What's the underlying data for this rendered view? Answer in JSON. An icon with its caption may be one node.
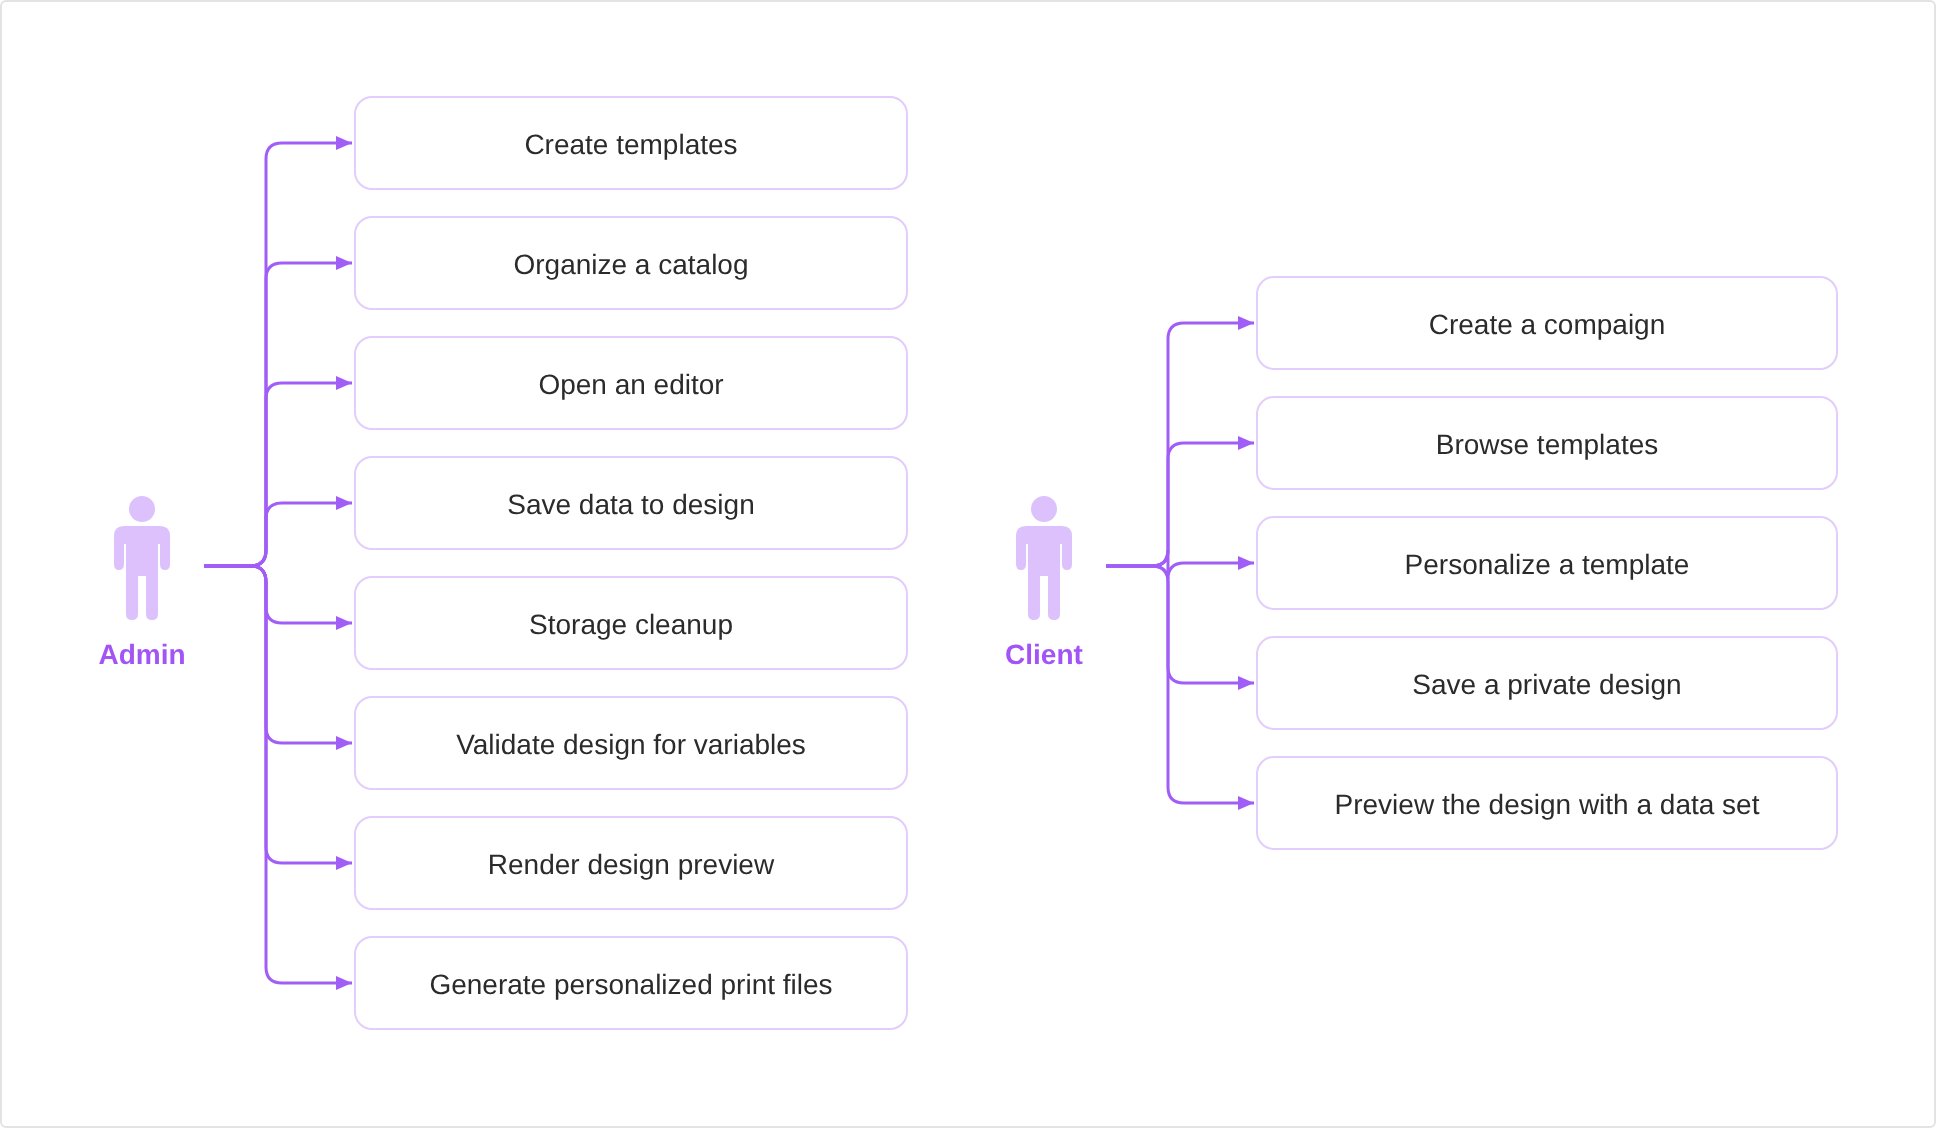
{
  "diagram": {
    "nodes": [
      {
        "text": [
          "Admin"
        ]
      },
      {
        "text": [
          "Create templates"
        ]
      },
      {
        "text": [
          "Organize a catalog"
        ]
      },
      {
        "text": [
          "Open an editor"
        ]
      },
      {
        "text": [
          "Save data to design"
        ]
      },
      {
        "text": [
          "Storage cleanup"
        ]
      },
      {
        "text": [
          "Validate design for variables"
        ]
      },
      {
        "text": [
          "Render design preview"
        ]
      },
      {
        "text": [
          "Generate personalized print files"
        ]
      },
      {
        "text": [
          "Client"
        ]
      },
      {
        "text": [
          "Create a compaign"
        ]
      },
      {
        "text": [
          "Browse templates"
        ]
      },
      {
        "text": [
          "Personalize a template"
        ]
      },
      {
        "text": [
          "Save a private design"
        ]
      },
      {
        "text": [
          "Preview the design with a data set"
        ]
      }
    ],
    "edges": [
      {
        "from": 0,
        "to": 1,
        "arrow": "to"
      },
      {
        "from": 0,
        "to": 2,
        "arrow": "to"
      },
      {
        "from": 0,
        "to": 3,
        "arrow": "to"
      },
      {
        "from": 0,
        "to": 4,
        "arrow": "to"
      },
      {
        "from": 0,
        "to": 5,
        "arrow": "to"
      },
      {
        "from": 0,
        "to": 6,
        "arrow": "to"
      },
      {
        "from": 0,
        "to": 7,
        "arrow": "to"
      },
      {
        "from": 0,
        "to": 8,
        "arrow": "to"
      },
      {
        "from": 9,
        "to": 10,
        "arrow": "to"
      },
      {
        "from": 9,
        "to": 11,
        "arrow": "to"
      },
      {
        "from": 9,
        "to": 12,
        "arrow": "to"
      },
      {
        "from": 9,
        "to": 13,
        "arrow": "to"
      },
      {
        "from": 9,
        "to": 14,
        "arrow": "to"
      }
    ]
  }
}
